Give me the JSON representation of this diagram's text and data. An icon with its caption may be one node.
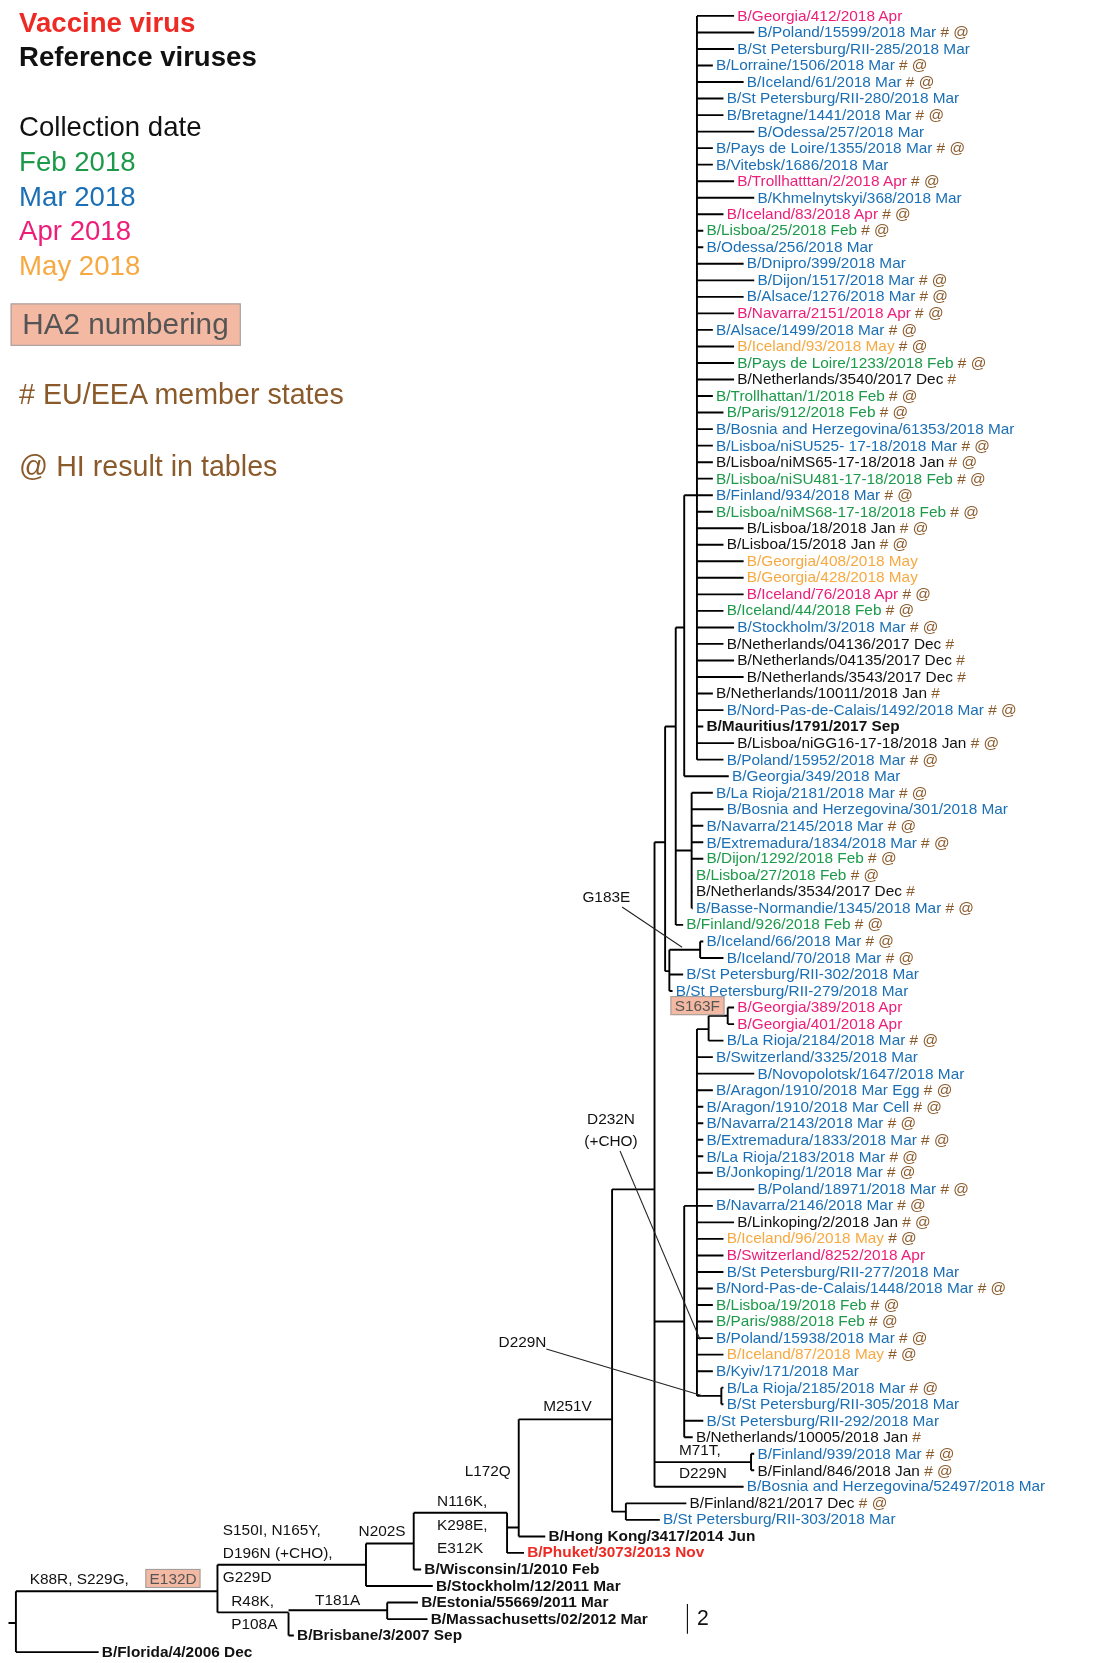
{
  "diagram": {
    "nodes": [
      {
        "text": [
          "G183E"
        ]
      },
      {
        "text": [
          "D232N (+CHO)"
        ]
      },
      {
        "text": [
          "D229N"
        ]
      }
    ],
    "edges": [
      {
        "from": 0,
        "to": null,
        "arrow": "none"
      },
      {
        "from": 1,
        "to": null,
        "arrow": "none"
      },
      {
        "from": 2,
        "to": null,
        "arrow": "none"
      }
    ],
    "labels": [
      "Vaccine virus",
      "Reference viruses",
      "Collection date",
      "Feb 2018",
      "Mar 2018",
      "Apr 2018",
      "May 2018",
      "HA2 numbering",
      "# EU/EEA member states",
      "@ HI result in tables",
      "B/Georgia/412/2018 Apr",
      "B/Poland/15599/2018 Mar",
      "# @",
      "B/St Petersburg/RII-285/2018 Mar",
      "B/Lorraine/1506/2018 Mar",
      "# @",
      "B/Iceland/61/2018 Mar",
      "# @",
      "B/St Petersburg/RII-280/2018 Mar",
      "B/Bretagne/1441/2018 Mar",
      "# @",
      "B/Odessa/257/2018 Mar",
      "B/Pays de Loire/1355/2018 Mar",
      "# @",
      "B/Vitebsk/1686/2018 Mar",
      "B/Trollhatttan/2/2018 Apr",
      "# @",
      "B/Khmelnytskyi/368/2018 Mar",
      "B/Iceland/83/2018 Apr",
      "# @",
      "B/Lisboa/25/2018 Feb",
      "# @",
      "B/Odessa/256/2018 Mar",
      "B/Dnipro/399/2018 Mar",
      "B/Dijon/1517/2018 Mar",
      "# @",
      "B/Alsace/1276/2018 Mar",
      "# @",
      "B/Navarra/2151/2018 Apr",
      "# @",
      "B/Alsace/1499/2018 Mar",
      "# @",
      "B/Iceland/93/2018 May",
      "# @",
      "B/Pays de Loire/1233/2018 Feb",
      "# @",
      "B/Netherlands/3540/2017 Dec",
      "#",
      "B/Trollhattan/1/2018 Feb",
      "# @",
      "B/Paris/912/2018 Feb",
      "# @",
      "B/Bosnia and Herzegovina/61353/2018 Mar",
      "B/Lisboa/niSU525- 17-18/2018 Mar",
      "# @",
      "B/Lisboa/niMS65-17-18/2018 Jan",
      "# @",
      "B/Lisboa/niSU481-17-18/2018 Feb",
      "# @",
      "B/Finland/934/2018 Mar",
      "# @",
      "B/Lisboa/niMS68-17-18/2018 Feb",
      "# @",
      "B/Lisboa/18/2018 Jan",
      "# @",
      "B/Lisboa/15/2018 Jan",
      "# @",
      "B/Georgia/408/2018 May",
      "B/Georgia/428/2018 May",
      "B/Iceland/76/2018 Apr",
      "# @",
      "B/Iceland/44/2018 Feb",
      "# @",
      "B/Stockholm/3/2018 Mar",
      "# @",
      "B/Netherlands/04136/2017 Dec",
      "#",
      "B/Netherlands/04135/2017 Dec",
      "#",
      "B/Netherlands/3543/2017 Dec",
      "#",
      "B/Netherlands/10011/2018 Jan",
      "#",
      "B/Nord-Pas-de-Calais/1492/2018 Mar",
      "# @",
      "B/Mauritius/1791/2017 Sep",
      "B/Lisboa/niGG16-17-18/2018 Jan",
      "# @",
      "B/Poland/15952/2018 Mar",
      "# @",
      "B/Georgia/349/2018 Mar",
      "B/La Rioja/2181/2018 Mar",
      "# @",
      "B/Bosnia and Herzegovina/301/2018 Mar",
      "B/Navarra/2145/2018 Mar",
      "# @",
      "B/Extremadura/1834/2018 Mar",
      "# @",
      "B/Dijon/1292/2018 Feb",
      "# @",
      "B/Lisboa/27/2018 Feb",
      "# @",
      "B/Netherlands/3534/2017 Dec",
      "#",
      "B/Basse-Normandie/1345/2018 Mar",
      "# @",
      "B/Finland/926/2018 Feb",
      "# @",
      "B/Iceland/66/2018 Mar",
      "# @",
      "B/Iceland/70/2018 Mar",
      "# @",
      "B/St Petersburg/RII-302/2018 Mar",
      "B/St Petersburg/RII-279/2018 Mar",
      "B/Georgia/389/2018 Apr",
      "B/Georgia/401/2018 Apr",
      "B/La Rioja/2184/2018 Mar",
      "# @",
      "B/Switzerland/3325/2018 Mar",
      "B/Novopolotsk/1647/2018 Mar",
      "B/Aragon/1910/2018 Mar Egg",
      "# @",
      "B/Aragon/1910/2018 Mar Cell",
      "# @",
      "B/Navarra/2143/2018 Mar",
      "# @",
      "B/Extremadura/1833/2018 Mar",
      "# @",
      "B/La Rioja/2183/2018 Mar",
      "# @",
      "B/Jonkoping/1/2018 Mar",
      "# @",
      "B/Poland/18971/2018 Mar",
      "# @",
      "B/Navarra/2146/2018 Mar",
      "# @",
      "B/Linkoping/2/2018 Jan",
      "# @",
      "B/Iceland/96/2018 May",
      "# @",
      "B/Switzerland/8252/2018 Apr",
      "B/St Petersburg/RII-277/2018 Mar",
      "B/Nord-Pas-de-Calais/1448/2018 Mar",
      "# @",
      "B/Lisboa/19/2018 Feb",
      "# @",
      "B/Paris/988/2018 Feb",
      "# @",
      "B/Poland/15938/2018 Mar",
      "# @",
      "B/Iceland/87/2018 May",
      "# @",
      "B/Kyiv/171/2018 Mar",
      "B/La Rioja/2185/2018 Mar",
      "# @",
      "B/St Petersburg/RII-305/2018 Mar",
      "B/St Petersburg/RII-292/2018 Mar",
      "B/Netherlands/10005/2018 Jan",
      "#",
      "B/Finland/939/2018 Mar",
      "# @",
      "B/Finland/846/2018 Jan",
      "# @",
      "B/Bosnia and Herzegovina/52497/2018 Mar",
      "B/Finland/821/2017 Dec",
      "# @",
      "B/St Petersburg/RII-303/2018 Mar",
      "B/Hong Kong/3417/2014 Jun",
      "B/Phuket/3073/2013 Nov",
      "B/Wisconsin/1/2010 Feb",
      "B/Stockholm/12/2011 Mar",
      "B/Estonia/55669/2011 Mar",
      "B/Massachusetts/02/2012 Mar",
      "B/Brisbane/3/2007 Sep",
      "B/Florida/4/2006 Dec",
      "S163F",
      "M251V",
      "M71T, D229N",
      "L172Q",
      "N116K, K298E, E312K",
      "N202S",
      "S150I, N165Y, D196N (+CHO), G229D",
      "K88R, S229G,",
      "E132D",
      "T181A",
      "R48K, P108A",
      "2"
    ]
  }
}
